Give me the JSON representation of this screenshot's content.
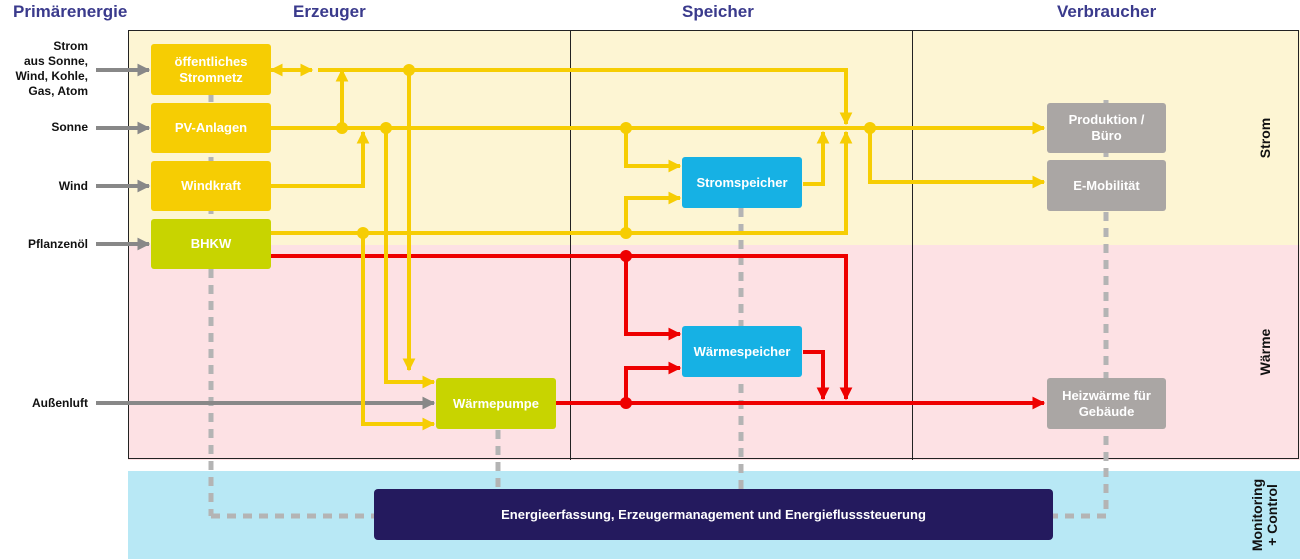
{
  "headers": {
    "primary": "Primärenergie",
    "producers": "Erzeuger",
    "storage": "Speicher",
    "consumers": "Verbraucher"
  },
  "sources": {
    "grid_line1": "Strom",
    "grid_line2": "aus Sonne,",
    "grid_line3": "Wind, Kohle,",
    "grid_line4": "Gas, Atom",
    "sun": "Sonne",
    "wind": "Wind",
    "oil": "Pflanzenöl",
    "air": "Außenluft"
  },
  "producers": {
    "grid_line1": "öffentliches",
    "grid_line2": "Stromnetz",
    "pv": "PV-Anlagen",
    "wind": "Windkraft",
    "chp": "BHKW",
    "heatpump": "Wärmepumpe"
  },
  "storage": {
    "electric": "Stromspeicher",
    "heat": "Wärmespeicher"
  },
  "consumers": {
    "office_line1": "Produktion /",
    "office_line2": "Büro",
    "emobility": "E-Mobilität",
    "heating_line1": "Heizwärme für",
    "heating_line2": "Gebäude"
  },
  "side_labels": {
    "power": "Strom",
    "heat": "Wärme",
    "monitoring_line1": "Monitoring",
    "monitoring_line2": "+ Control"
  },
  "control": {
    "label": "Energieerfassung, Erzeugermanagement und Energieflusssteuerung"
  },
  "colors": {
    "power_band": "#fdf5d3",
    "heat_band": "#fde1e4",
    "monitoring_band": "#b8e8f5",
    "power_flow": "#f6cd03",
    "heat_flow": "#ee0000",
    "primary_flow": "#888888",
    "control_link": "#b4b4b4",
    "header_text": "#3a3a8c"
  }
}
